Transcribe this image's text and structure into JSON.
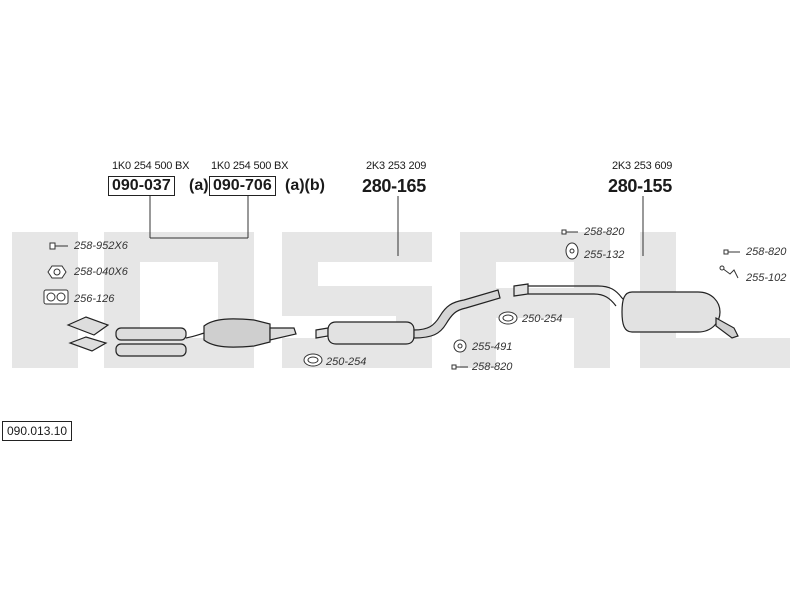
{
  "watermark": "BOSAL",
  "diagram_ref": "090.013.10",
  "front": {
    "oe_left": "1K0 254 500 BX",
    "oe_right": "1K0 254 500 BX",
    "part_left": "090-037",
    "suffix_left": "(a)",
    "part_right": "090-706",
    "suffix_right": "(a)(b)"
  },
  "middle": {
    "oe": "2K3 253 209",
    "part": "280-165"
  },
  "rear": {
    "oe": "2K3 253 609",
    "part": "280-155"
  },
  "accessories": {
    "bolt_front": "258-952X6",
    "nut_front": "258-040X6",
    "gasket_front": "256-126",
    "clamp_mid": "250-254",
    "clamp_joint": "250-254",
    "hanger_mid": "255-491",
    "bolt_mid": "258-820",
    "bolt_rear_upper": "258-820",
    "hanger_rear_upper": "255-132",
    "bolt_rear_right": "258-820",
    "hanger_rear_right": "255-102"
  }
}
